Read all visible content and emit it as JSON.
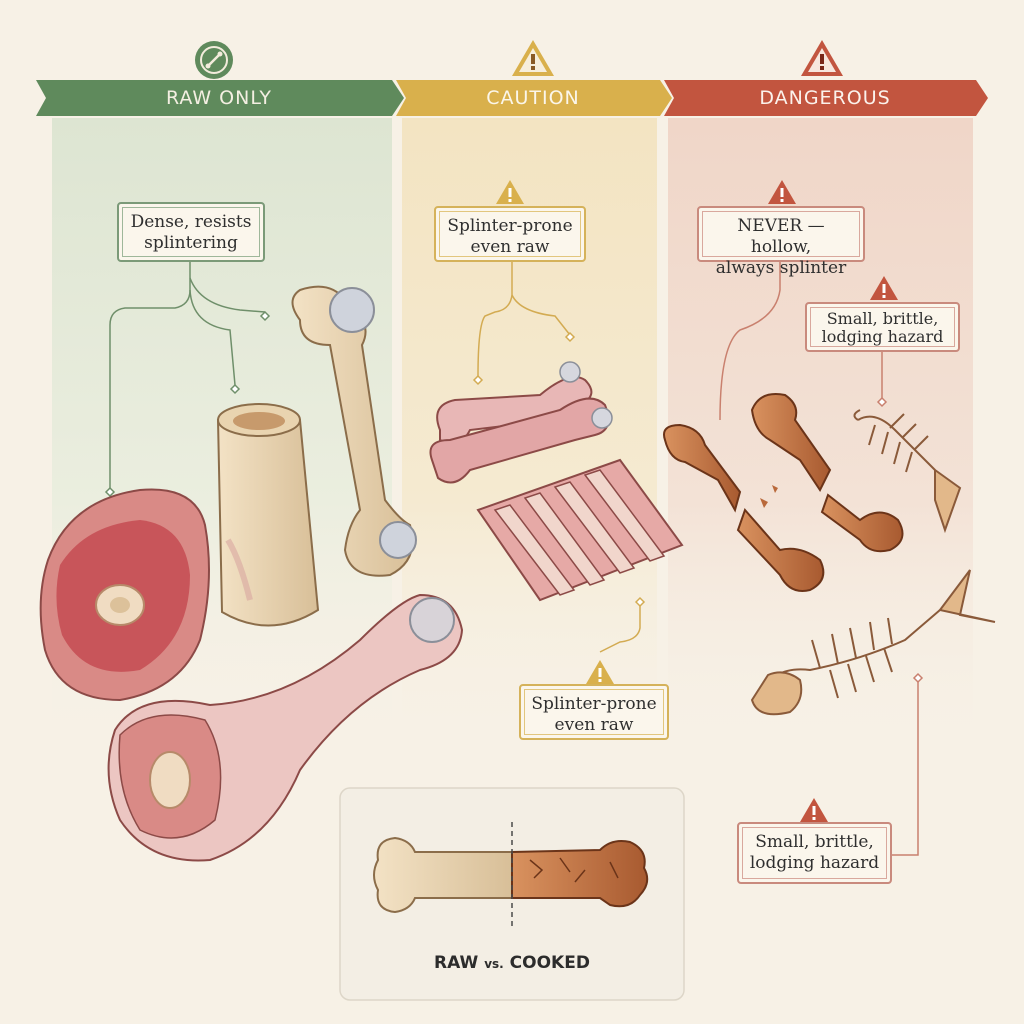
{
  "columns": {
    "raw_only": {
      "title": "RAW ONLY",
      "icon": "bone-check-icon",
      "color": "#5f8a5c"
    },
    "caution": {
      "title": "CAUTION",
      "icon": "warning-icon",
      "color": "#d9b04c"
    },
    "dangerous": {
      "title": "DANGEROUS",
      "icon": "warning-icon",
      "color": "#c2553f"
    }
  },
  "notes": {
    "raw_dense": {
      "line1": "Dense, resists",
      "line2": "splintering"
    },
    "caution_top": {
      "line1": "Splinter-prone",
      "line2": "even raw"
    },
    "caution_ribs": {
      "line1": "Splinter-prone",
      "line2": "even raw"
    },
    "danger_hollow": {
      "line1": "NEVER — hollow,",
      "line2": "always splinter"
    },
    "danger_small_top": {
      "line1": "Small, brittle,",
      "line2": "lodging hazard"
    },
    "danger_small_bottom": {
      "line1": "Small, brittle,",
      "line2": "lodging hazard"
    }
  },
  "comparison": {
    "left": "RAW",
    "vs": "vs.",
    "right": "COOKED"
  }
}
